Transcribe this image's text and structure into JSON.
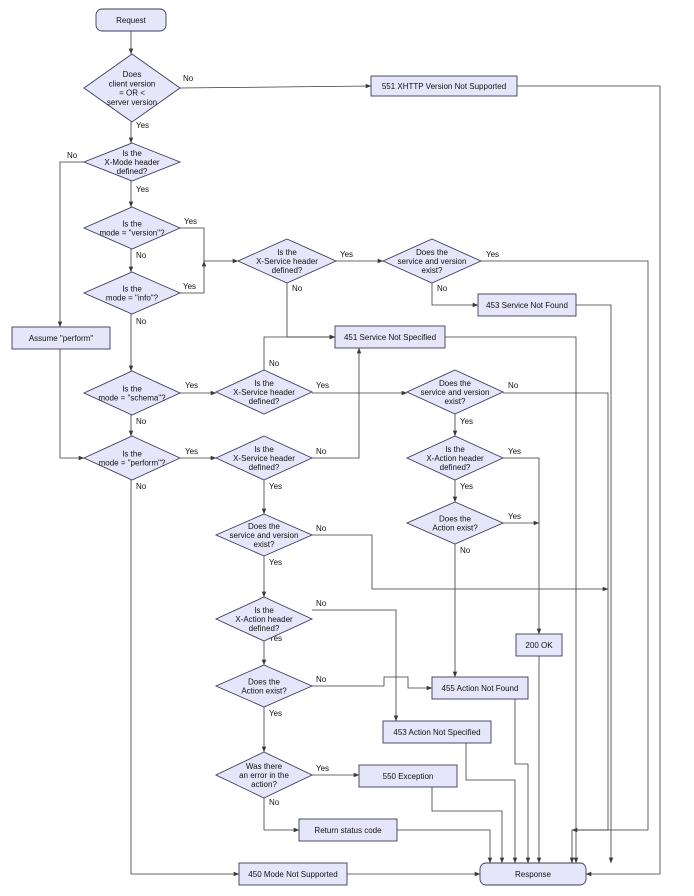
{
  "colors": {
    "node_fill": "#e6e6fa",
    "node_stroke": "#3b3b5c",
    "edge": "#3a3a3a",
    "text": "#111111"
  },
  "nodes": {
    "n_request": {
      "shape": "rounded",
      "lines": [
        "Request"
      ]
    },
    "n_version": {
      "shape": "diamond",
      "lines": [
        "Does",
        "client version",
        "= OR <",
        "server version"
      ]
    },
    "n_551": {
      "shape": "rect",
      "lines": [
        "551 XHTTP Version Not Supported"
      ]
    },
    "n_xmode": {
      "shape": "diamond",
      "lines": [
        "Is the",
        "X-Mode header",
        "defined?"
      ]
    },
    "n_mode_version": {
      "shape": "diamond",
      "lines": [
        "Is the",
        "mode = \"version\"?"
      ]
    },
    "n_mode_info": {
      "shape": "diamond",
      "lines": [
        "Is the",
        "mode = \"info\"?"
      ]
    },
    "n_assume": {
      "shape": "rect",
      "lines": [
        "Assume \"perform\""
      ]
    },
    "n_mode_schema": {
      "shape": "diamond",
      "lines": [
        "Is the",
        "mode = \"schema\"?"
      ]
    },
    "n_mode_perform": {
      "shape": "diamond",
      "lines": [
        "Is the",
        "mode = \"perform\"?"
      ]
    },
    "n_xsvc1": {
      "shape": "diamond",
      "lines": [
        "Is the",
        "X-Service header",
        "defined?"
      ]
    },
    "n_svc_exist1": {
      "shape": "diamond",
      "lines": [
        "Does the",
        "service and version",
        "exist?"
      ]
    },
    "n_453svc": {
      "shape": "rect",
      "lines": [
        "453 Service Not Found"
      ]
    },
    "n_451": {
      "shape": "rect",
      "lines": [
        "451 Service Not Specified"
      ]
    },
    "n_xsvc2": {
      "shape": "diamond",
      "lines": [
        "Is the",
        "X-Service header",
        "defined?"
      ]
    },
    "n_svc_exist2": {
      "shape": "diamond",
      "lines": [
        "Does the",
        "service and version",
        "exist?"
      ]
    },
    "n_xsvc3": {
      "shape": "diamond",
      "lines": [
        "Is the",
        "X-Service header",
        "defined?"
      ]
    },
    "n_xaction1": {
      "shape": "diamond",
      "lines": [
        "Is the",
        "X-Action header",
        "defined?"
      ]
    },
    "n_action_exist1": {
      "shape": "diamond",
      "lines": [
        "Does the",
        "Action exist?"
      ]
    },
    "n_svc_exist3": {
      "shape": "diamond",
      "lines": [
        "Does the",
        "service and version",
        "exist?"
      ]
    },
    "n_xaction2": {
      "shape": "diamond",
      "lines": [
        "Is the",
        "X-Action header",
        "defined?"
      ]
    },
    "n_action_exist2": {
      "shape": "diamond",
      "lines": [
        "Does the",
        "Action exist?"
      ]
    },
    "n_200": {
      "shape": "rect",
      "lines": [
        "200 OK"
      ]
    },
    "n_455": {
      "shape": "rect",
      "lines": [
        "455 Action Not Found"
      ]
    },
    "n_453act": {
      "shape": "rect",
      "lines": [
        "453 Action Not Specified"
      ]
    },
    "n_error": {
      "shape": "diamond",
      "lines": [
        "Was there",
        "an error in the",
        "action?"
      ]
    },
    "n_550": {
      "shape": "rect",
      "lines": [
        "550 Exception"
      ]
    },
    "n_return": {
      "shape": "rect",
      "lines": [
        "Return status code"
      ]
    },
    "n_450": {
      "shape": "rect",
      "lines": [
        "450 Mode Not Supported"
      ]
    },
    "n_response": {
      "shape": "rounded",
      "lines": [
        "Response"
      ]
    }
  },
  "edge_labels": {
    "yes": "Yes",
    "no": "No"
  },
  "edges": [
    {
      "from": "n_request",
      "to": "n_version",
      "label": ""
    },
    {
      "from": "n_version",
      "to": "n_551",
      "label": "No"
    },
    {
      "from": "n_version",
      "to": "n_xmode",
      "label": "Yes"
    },
    {
      "from": "n_xmode",
      "to": "n_assume",
      "label": "No"
    },
    {
      "from": "n_xmode",
      "to": "n_mode_version",
      "label": "Yes"
    },
    {
      "from": "n_mode_version",
      "to": "n_xsvc1",
      "label": "Yes"
    },
    {
      "from": "n_mode_version",
      "to": "n_mode_info",
      "label": "No"
    },
    {
      "from": "n_mode_info",
      "to": "n_xsvc1",
      "label": "Yes"
    },
    {
      "from": "n_mode_info",
      "to": "n_mode_schema",
      "label": "No"
    },
    {
      "from": "n_assume",
      "to": "n_mode_perform",
      "label": ""
    },
    {
      "from": "n_mode_schema",
      "to": "n_xsvc2",
      "label": "Yes"
    },
    {
      "from": "n_mode_schema",
      "to": "n_mode_perform",
      "label": "No"
    },
    {
      "from": "n_mode_perform",
      "to": "n_xsvc3",
      "label": "Yes"
    },
    {
      "from": "n_mode_perform",
      "to": "n_450",
      "label": "No"
    },
    {
      "from": "n_xsvc1",
      "to": "n_svc_exist1",
      "label": "Yes"
    },
    {
      "from": "n_xsvc1",
      "to": "n_451",
      "label": "No"
    },
    {
      "from": "n_svc_exist1",
      "to": "n_response",
      "label": "Yes"
    },
    {
      "from": "n_svc_exist1",
      "to": "n_453svc",
      "label": "No"
    },
    {
      "from": "n_xsvc2",
      "to": "n_451",
      "label": "No"
    },
    {
      "from": "n_xsvc2",
      "to": "n_svc_exist2",
      "label": "Yes"
    },
    {
      "from": "n_svc_exist2",
      "to": "n_response",
      "label": "No"
    },
    {
      "from": "n_svc_exist2",
      "to": "n_xaction1",
      "label": "Yes"
    },
    {
      "from": "n_xsvc3",
      "to": "n_451",
      "label": "No"
    },
    {
      "from": "n_xsvc3",
      "to": "n_svc_exist3",
      "label": "Yes"
    },
    {
      "from": "n_xaction1",
      "to": "n_200",
      "label": "Yes"
    },
    {
      "from": "n_xaction1",
      "to": "n_action_exist1",
      "label": "Yes"
    },
    {
      "from": "n_action_exist1",
      "to": "n_200",
      "label": "Yes"
    },
    {
      "from": "n_action_exist1",
      "to": "n_455",
      "label": "No"
    },
    {
      "from": "n_svc_exist3",
      "to": "n_response",
      "label": "No"
    },
    {
      "from": "n_svc_exist3",
      "to": "n_xaction2",
      "label": "Yes"
    },
    {
      "from": "n_xaction2",
      "to": "n_453act",
      "label": "No"
    },
    {
      "from": "n_xaction2",
      "to": "n_action_exist2",
      "label": "Yes"
    },
    {
      "from": "n_action_exist2",
      "to": "n_455",
      "label": "No"
    },
    {
      "from": "n_action_exist2",
      "to": "n_error",
      "label": "Yes"
    },
    {
      "from": "n_error",
      "to": "n_550",
      "label": "Yes"
    },
    {
      "from": "n_error",
      "to": "n_return",
      "label": "No"
    },
    {
      "from": "n_551",
      "to": "n_response",
      "label": ""
    },
    {
      "from": "n_453svc",
      "to": "n_response",
      "label": ""
    },
    {
      "from": "n_451",
      "to": "n_response",
      "label": ""
    },
    {
      "from": "n_200",
      "to": "n_response",
      "label": ""
    },
    {
      "from": "n_455",
      "to": "n_response",
      "label": ""
    },
    {
      "from": "n_453act",
      "to": "n_response",
      "label": ""
    },
    {
      "from": "n_550",
      "to": "n_response",
      "label": ""
    },
    {
      "from": "n_return",
      "to": "n_response",
      "label": ""
    },
    {
      "from": "n_450",
      "to": "n_response",
      "label": ""
    }
  ]
}
